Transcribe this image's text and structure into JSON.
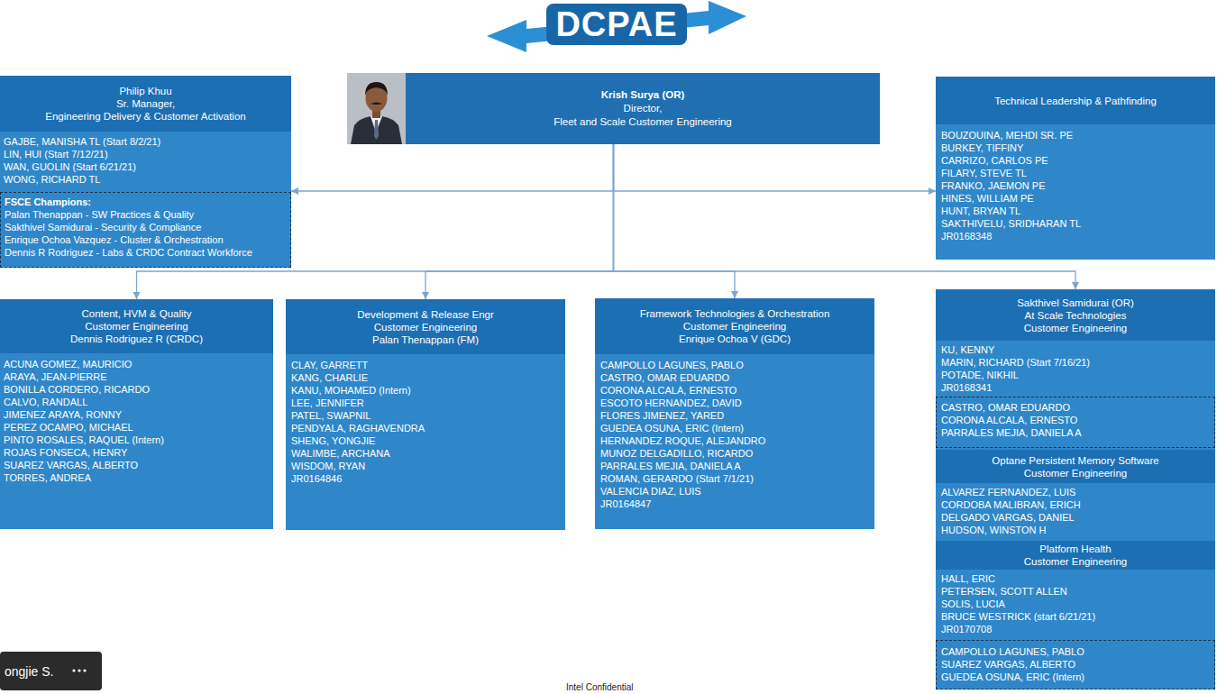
{
  "diagram": {
    "title": "DCPAE",
    "nodes": [
      {
        "text": [
          "Philip Khuu",
          "Sr. Manager,",
          "Engineering Delivery & Customer Activation",
          "GAJBE, MANISHA TL (Start 8/2/21)",
          "LIN, HUI (Start 7/12/21)",
          "WAN, GUOLIN (Start 6/21/21)",
          "WONG, RICHARD TL"
        ]
      },
      {
        "text": [
          "FSCE Champions:",
          "Palan Thenappan - SW Practices & Quality",
          "Sakthivel Samidurai - Security & Compliance",
          "Enrique Ochoa Vazquez - Cluster & Orchestration",
          "Dennis R Rodriguez - Labs & CRDC Contract Workforce"
        ],
        "in": 0
      },
      {
        "text": [
          "Krish Surya (OR)",
          "Director,",
          "Fleet and Scale Customer Engineering"
        ]
      },
      {
        "text": [
          "Technical Leadership & Pathfinding",
          "BOUZOUINA, MEHDI SR. PE",
          "BURKEY, TIFFINY",
          "CARRIZO, CARLOS PE",
          "FILARY, STEVE TL",
          "FRANKO, JAEMON PE",
          "HINES, WILLIAM PE",
          "HUNT, BRYAN TL",
          "SAKTHIVELU, SRIDHARAN TL",
          "JR0168348"
        ]
      },
      {
        "text": [
          "Content, HVM & Quality",
          "Customer Engineering",
          "Dennis Rodriguez R (CRDC)",
          "ACUNA GOMEZ, MAURICIO",
          "ARAYA, JEAN-PIERRE",
          "BONILLA CORDERO, RICARDO",
          "CALVO, RANDALL",
          "JIMENEZ ARAYA, RONNY",
          "PEREZ OCAMPO, MICHAEL",
          "PINTO ROSALES, RAQUEL (Intern)",
          "ROJAS FONSECA, HENRY",
          "SUAREZ VARGAS, ALBERTO",
          "TORRES, ANDREA"
        ]
      },
      {
        "text": [
          "Development & Release Engr",
          "Customer Engineering",
          "Palan Thenappan (FM)",
          "CLAY, GARRETT",
          "KANG, CHARLIE",
          "KANU, MOHAMED (Intern)",
          "LEE, JENNIFER",
          "PATEL, SWAPNIL",
          "PENDYALA, RAGHAVENDRA",
          "SHENG, YONGJIE",
          "WALIMBE, ARCHANA",
          "WISDOM, RYAN",
          "JR0164846"
        ]
      },
      {
        "text": [
          "Framework Technologies & Orchestration",
          "Customer Engineering",
          "Enrique Ochoa V (GDC)",
          "CAMPOLLO LAGUNES, PABLO",
          "CASTRO, OMAR EDUARDO",
          "CORONA ALCALA, ERNESTO",
          "ESCOTO HERNANDEZ, DAVID",
          "FLORES JIMENEZ, YARED",
          "GUEDEA OSUNA, ERIC (Intern)",
          "HERNANDEZ ROQUE, ALEJANDRO",
          "MUNOZ DELGADILLO, RICARDO",
          "PARRALES MEJIA, DANIELA A",
          "ROMAN, GERARDO (Start 7/1/21)",
          "VALENCIA DIAZ, LUIS",
          "JR0164847"
        ]
      },
      {
        "text": [
          "Sakthivel Samidurai (OR)",
          "At Scale Technologies",
          "Customer Engineering",
          "KU, KENNY",
          "MARIN, RICHARD (Start 7/16/21)",
          "POTADE, NIKHIL",
          "JR0168341"
        ]
      },
      {
        "text": [
          "CASTRO, OMAR EDUARDO",
          "CORONA ALCALA, ERNESTO",
          "PARRALES MEJIA, DANIELA A"
        ],
        "in": 7
      },
      {
        "text": [
          "Optane Persistent Memory Software",
          "Customer Engineering",
          "ALVAREZ FERNANDEZ, LUIS",
          "CORDOBA MALIBRAN, ERICH",
          "DELGADO VARGAS, DANIEL",
          "HUDSON, WINSTON H"
        ],
        "in": 7
      },
      {
        "text": [
          "Platform Health",
          "Customer Engineering",
          "HALL, ERIC",
          "PETERSEN, SCOTT ALLEN",
          "SOLIS, LUCIA",
          "BRUCE WESTRICK (start 6/21/21)",
          "JR0170708"
        ],
        "in": 7
      },
      {
        "text": [
          "CAMPOLLO LAGUNES, PABLO",
          "SUAREZ VARGAS, ALBERTO",
          "GUEDEA OSUNA, ERIC (Intern)"
        ],
        "in": 7
      },
      {
        "text": [
          "ongjie S."
        ]
      }
    ],
    "edges": [
      {
        "from": 2,
        "to": 0,
        "arrow": "to"
      },
      {
        "from": 2,
        "to": 3,
        "arrow": "to"
      },
      {
        "from": 2,
        "to": 4,
        "arrow": "to"
      },
      {
        "from": 2,
        "to": 5,
        "arrow": "to"
      },
      {
        "from": 2,
        "to": 6,
        "arrow": "to"
      },
      {
        "from": 2,
        "to": 7,
        "arrow": "to"
      }
    ],
    "labels": [
      "Intel Confidential"
    ]
  }
}
